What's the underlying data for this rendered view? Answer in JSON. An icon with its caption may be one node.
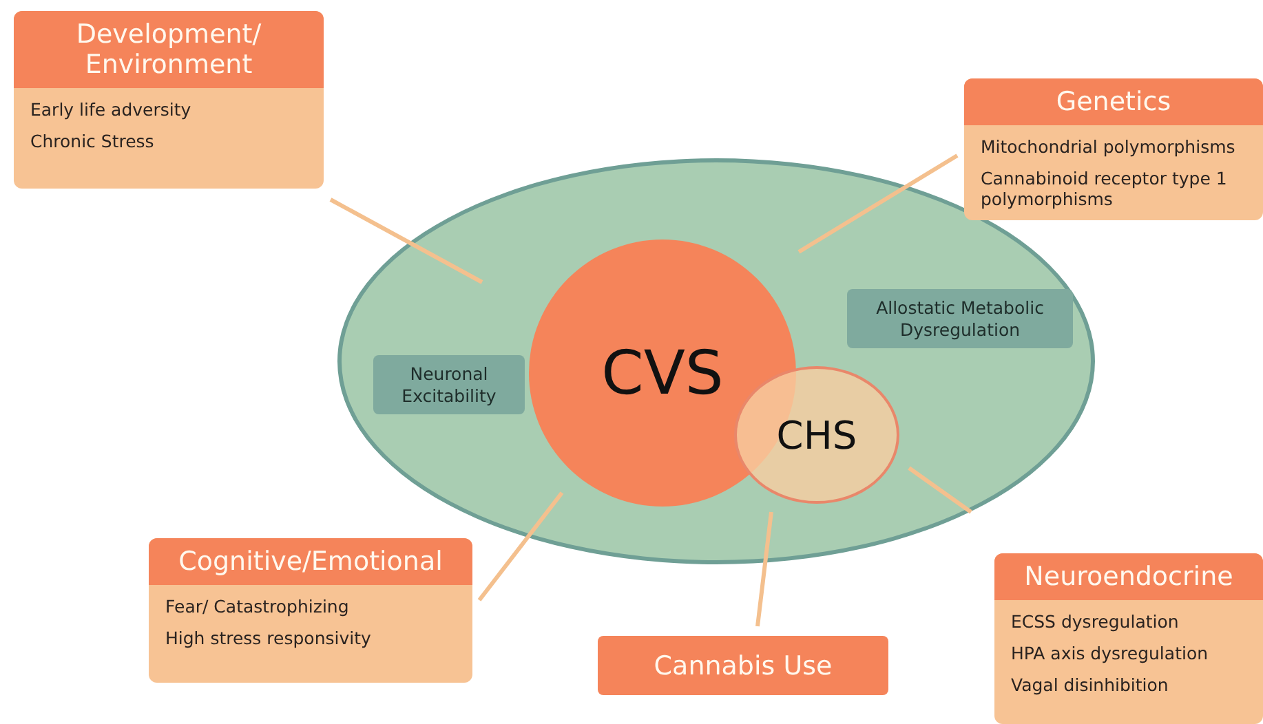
{
  "diagram": {
    "nodes": [
      {
        "text": [],
        "shape": "ellipse"
      },
      {
        "text": [
          "CVS"
        ],
        "in": 0
      },
      {
        "text": [
          "CHS"
        ],
        "in": 0
      },
      {
        "text": [
          "Neuronal Excitability"
        ],
        "in": 0
      },
      {
        "text": [
          "Allostatic Metabolic Dysregulation"
        ],
        "in": 0
      },
      {
        "text": [
          "Development/ Environment",
          "Early life adversity",
          "Chronic Stress"
        ]
      },
      {
        "text": [
          "Genetics",
          "Mitochondrial polymorphisms",
          "Cannabinoid receptor type 1 polymorphisms"
        ]
      },
      {
        "text": [
          "Cognitive/Emotional",
          "Fear/ Catastrophizing",
          "High stress responsivity"
        ]
      },
      {
        "text": [
          "Cannabis Use"
        ]
      },
      {
        "text": [
          "Neuroendocrine",
          "ECSS dysregulation",
          "HPA axis dysregulation",
          "Vagal disinhibition"
        ]
      }
    ],
    "edges": [
      {
        "from": 5,
        "to": 0,
        "arrow": "none"
      },
      {
        "from": 6,
        "to": 0,
        "arrow": "none"
      },
      {
        "from": 7,
        "to": 0,
        "arrow": "none"
      },
      {
        "from": 8,
        "to": 0,
        "arrow": "none"
      },
      {
        "from": 9,
        "to": 0,
        "arrow": "none"
      }
    ]
  }
}
